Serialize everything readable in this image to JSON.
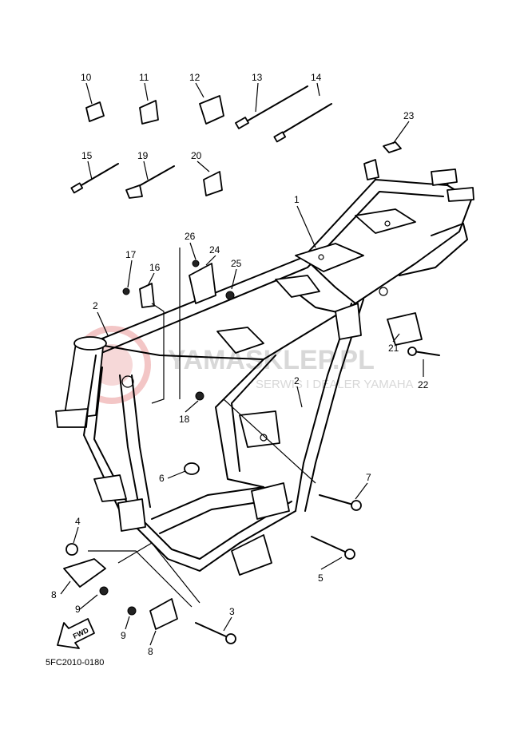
{
  "callouts": [
    {
      "id": "10",
      "label": "10"
    },
    {
      "id": "11",
      "label": "11"
    },
    {
      "id": "12",
      "label": "12"
    },
    {
      "id": "13",
      "label": "13"
    },
    {
      "id": "14",
      "label": "14"
    },
    {
      "id": "23",
      "label": "23"
    },
    {
      "id": "15",
      "label": "15"
    },
    {
      "id": "19",
      "label": "19"
    },
    {
      "id": "20",
      "label": "20"
    },
    {
      "id": "1",
      "label": "1"
    },
    {
      "id": "26",
      "label": "26"
    },
    {
      "id": "24",
      "label": "24"
    },
    {
      "id": "17",
      "label": "17"
    },
    {
      "id": "16",
      "label": "16"
    },
    {
      "id": "25",
      "label": "25"
    },
    {
      "id": "2a",
      "label": "2"
    },
    {
      "id": "2b",
      "label": "2"
    },
    {
      "id": "21",
      "label": "21"
    },
    {
      "id": "22",
      "label": "22"
    },
    {
      "id": "18",
      "label": "18"
    },
    {
      "id": "6",
      "label": "6"
    },
    {
      "id": "7",
      "label": "7"
    },
    {
      "id": "4",
      "label": "4"
    },
    {
      "id": "8a",
      "label": "8"
    },
    {
      "id": "9a",
      "label": "9"
    },
    {
      "id": "5",
      "label": "5"
    },
    {
      "id": "3",
      "label": "3"
    },
    {
      "id": "9b",
      "label": "9"
    },
    {
      "id": "8b",
      "label": "8"
    }
  ],
  "fwd_label": "FWD",
  "diagram_code": "5FC2010-0180",
  "watermark": {
    "brand": "YAMASKLEP.PL",
    "tagline": "SERWIS I DEALER YAMAHA"
  }
}
